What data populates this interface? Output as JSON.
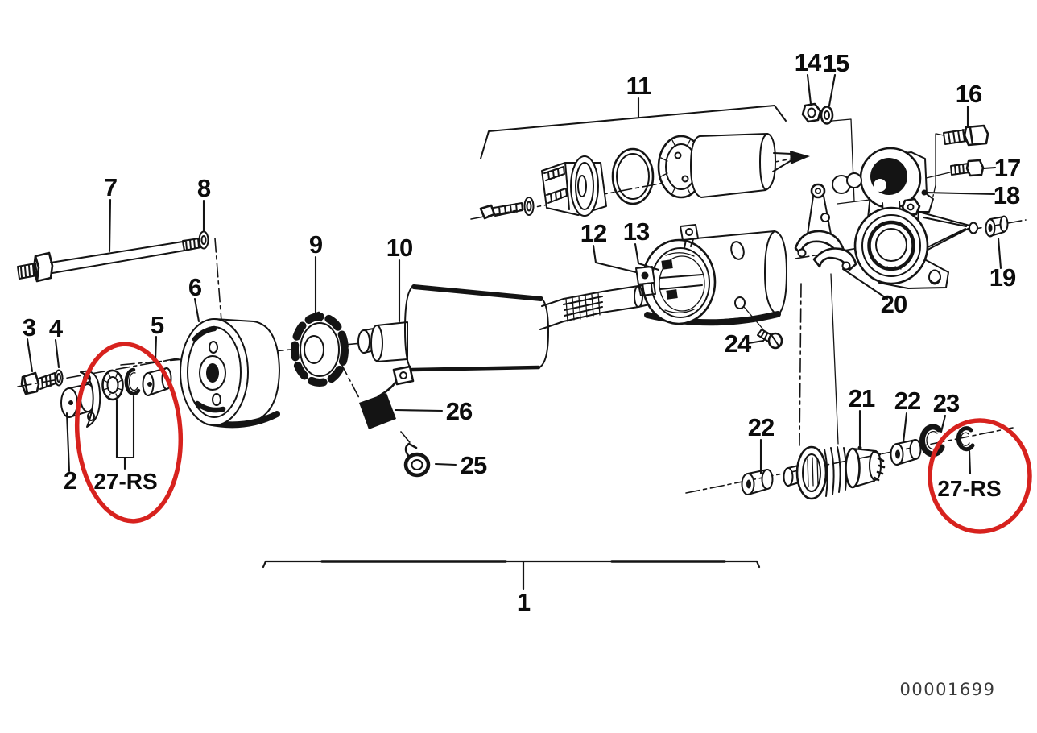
{
  "diagram": {
    "part_labels": {
      "1": "1",
      "2": "2",
      "3": "3",
      "4": "4",
      "5": "5",
      "6": "6",
      "7": "7",
      "8": "8",
      "9": "9",
      "10": "10",
      "11": "11",
      "12": "12",
      "13": "13",
      "14": "14",
      "15": "15",
      "16": "16",
      "17": "17",
      "18": "18",
      "19": "19",
      "20": "20",
      "21": "21",
      "22": "22",
      "23": "23",
      "24": "24",
      "25": "25",
      "26": "26",
      "27_rs": "27-RS"
    },
    "footer": {
      "drawing_number": "00001699"
    }
  },
  "colors": {
    "ink": "#141414",
    "highlight": "#d7221e",
    "background": "#ffffff"
  }
}
